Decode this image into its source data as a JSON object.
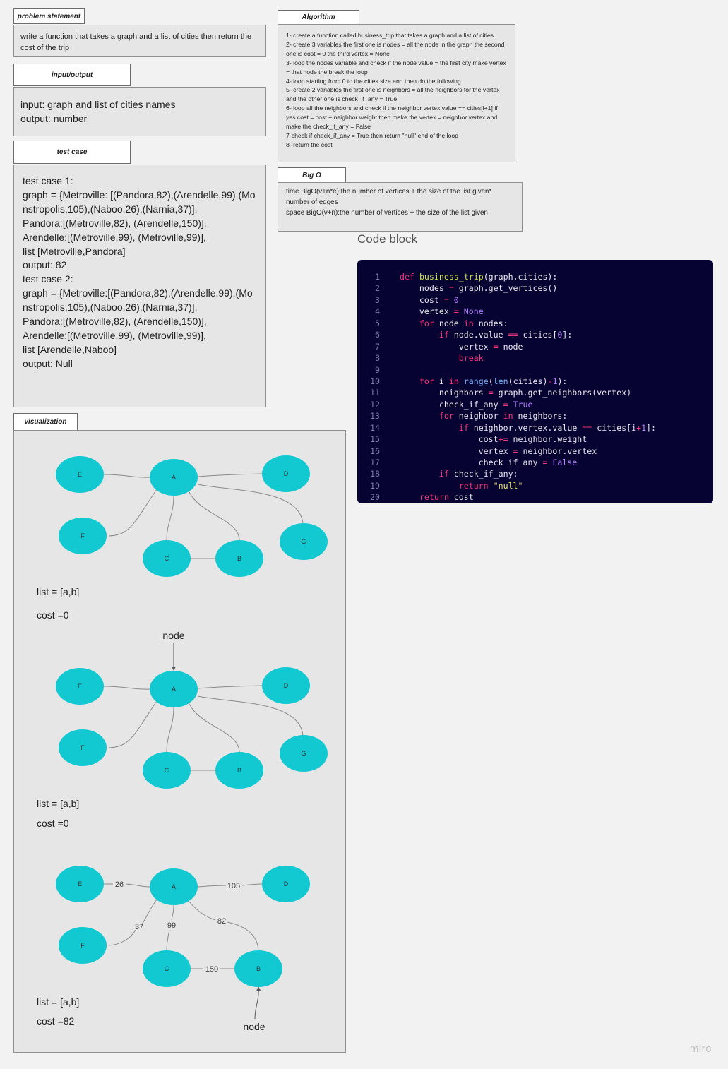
{
  "problem": {
    "tab": "problem statement",
    "text": "write a function that takes a graph and a list of cities then return the cost of the trip"
  },
  "io": {
    "tab": "input/output",
    "text": "input: graph and list of cities names\noutput: number"
  },
  "test_case": {
    "tab": "test case",
    "text": "test case 1:\ngraph = {Metroville: [(Pandora,82),(Arendelle,99),(Monstropolis,105),(Naboo,26),(Narnia,37)],\nPandora:[(Metroville,82), (Arendelle,150)],\nArendelle:[(Metroville,99), (Metroville,99)],\nlist [Metroville,Pandora]\noutput: 82\ntest case 2:\ngraph = {Metroville:[(Pandora,82),(Arendelle,99),(Monstropolis,105),(Naboo,26),(Narnia,37)],\nPandora:[(Metroville,82), (Arendelle,150)],\nArendelle:[(Metroville,99), (Metroville,99)],\nlist [Arendelle,Naboo]\noutput: Null"
  },
  "algorithm": {
    "tab": "Algorithm",
    "text": "1- create a function called business_trip that takes a graph and a list of cities.\n2- create 3 variables the first one is nodes = all the node in the graph the second one is cost = 0 the third vertex = None\n3- loop the nodes variable and check if the node value = the first city make vertex = that node the break the loop\n4- loop starting from 0 to the cities size and then do the following\n5- create 2 variables the first one is neighbors = all the neighbors for the vertex and the other one is check_if_any = True\n6- loop all the neighbors and check if the neighbor vertex value == cities[i+1] if yes cost = cost + neighbor weight then make the vertex = neighbor vertex and make the check_if_any = False\n7-check if check_if_any = True then return \"null\" end of the loop\n8- return the cost"
  },
  "bigo": {
    "tab": "Big O",
    "text": "time BigO(v+n*e):the number of vertices + the size of the list given* number of edges\nspace BigO(v+n):the number of vertices + the size of the list given"
  },
  "code": {
    "title": "Code block",
    "lines": [
      "def business_trip(graph,cities):",
      "    nodes = graph.get_vertices()",
      "    cost = 0",
      "    vertex = None",
      "    for node in nodes:",
      "        if node.value == cities[0]:",
      "            vertex = node",
      "            break",
      "",
      "    for i in range(len(cities)-1):",
      "        neighbors = graph.get_neighbors(vertex)",
      "        check_if_any = True",
      "        for neighbor in neighbors:",
      "            if neighbor.vertex.value == cities[i+1]:",
      "                cost+= neighbor.weight",
      "                vertex = neighbor.vertex",
      "                check_if_any = False",
      "        if check_if_any:",
      "            return \"null\"",
      "    return cost"
    ]
  },
  "visualization": {
    "tab": "visualization",
    "graph1": {
      "list": "list = [a,b]",
      "cost": "cost =0"
    },
    "graph2": {
      "pointer": "node",
      "list": "list = [a,b]",
      "cost": "cost =0"
    },
    "graph3": {
      "pointer": "node",
      "list": "list = [a,b]",
      "cost": "cost =82",
      "weights": {
        "AE": "26",
        "AD": "105",
        "AF": "37",
        "AC": "99",
        "AB": "82",
        "CB": "150"
      }
    },
    "node_labels": {
      "A": "A",
      "B": "B",
      "C": "C",
      "D": "D",
      "E": "E",
      "F": "F",
      "G": "G"
    },
    "node_color": "#12c9d1"
  },
  "watermark": "miro"
}
